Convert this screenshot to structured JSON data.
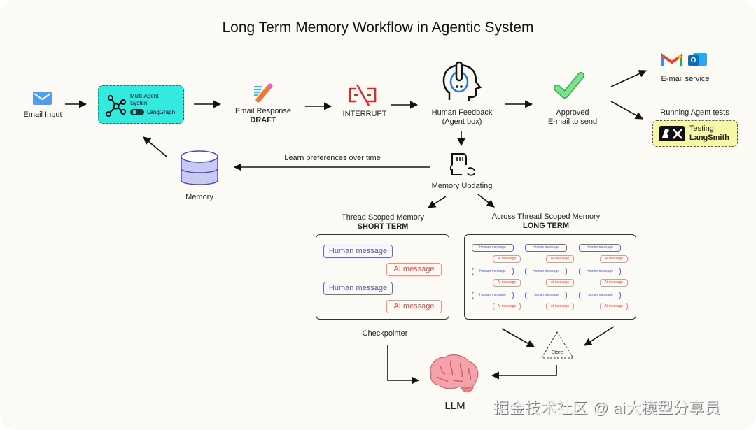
{
  "title": "Long Term Memory Workflow in Agentic System",
  "nodes": {
    "email_input": {
      "label": "Email Input",
      "icon": "envelope-icon"
    },
    "multi_agent": {
      "line1": "Multi-Agent",
      "line2": "Systen",
      "badge": "LangGraph",
      "icon": "network-graph-icon",
      "color": "#33eade"
    },
    "email_response": {
      "line1": "Email Response",
      "line2": "DRAFT",
      "icon": "pencil-icon"
    },
    "interrupt": {
      "label": "INTERRUPT",
      "icon": "interrupt-icon",
      "color": "#e3262b"
    },
    "human_feedback": {
      "line1": "Human Feedback",
      "line2": "(Agent box)",
      "icon": "headset-person-icon"
    },
    "approved": {
      "line1": "Approved",
      "line2": "E-mail to send",
      "icon": "checkmark-icon"
    },
    "email_service": {
      "label": "E-mail service",
      "icons": [
        "gmail-icon",
        "outlook-icon"
      ]
    },
    "agent_tests": {
      "heading": "Running Agent tests",
      "line1": "Testing",
      "line2": "LangSmith",
      "icon": "langsmith-parrot-tools-icon",
      "color": "#f7f7a8"
    },
    "memory": {
      "label": "Memory",
      "icon": "database-icon"
    },
    "learn_prefs": {
      "label": "Learn preferences over time"
    },
    "memory_updating": {
      "label": "Memory Updating",
      "icon": "memory-refresh-icon"
    },
    "short_term": {
      "line1": "Thread Scoped Memory",
      "line2": "SHORT TERM",
      "messages": [
        "Human message",
        "AI message",
        "Human message",
        "AI message"
      ]
    },
    "long_term": {
      "line1": "Across Thread Scoped Memory",
      "line2": "LONG TERM",
      "human_label": "Human message",
      "ai_label": "AI message",
      "rows": 3,
      "cols": 3
    },
    "checkpointer": {
      "label": "Checkpointer"
    },
    "store": {
      "label": "Store"
    },
    "llm": {
      "label": "LLM",
      "icon": "brain-icon"
    }
  },
  "watermark": "掘金技术社区 @ ai大模型分享员"
}
